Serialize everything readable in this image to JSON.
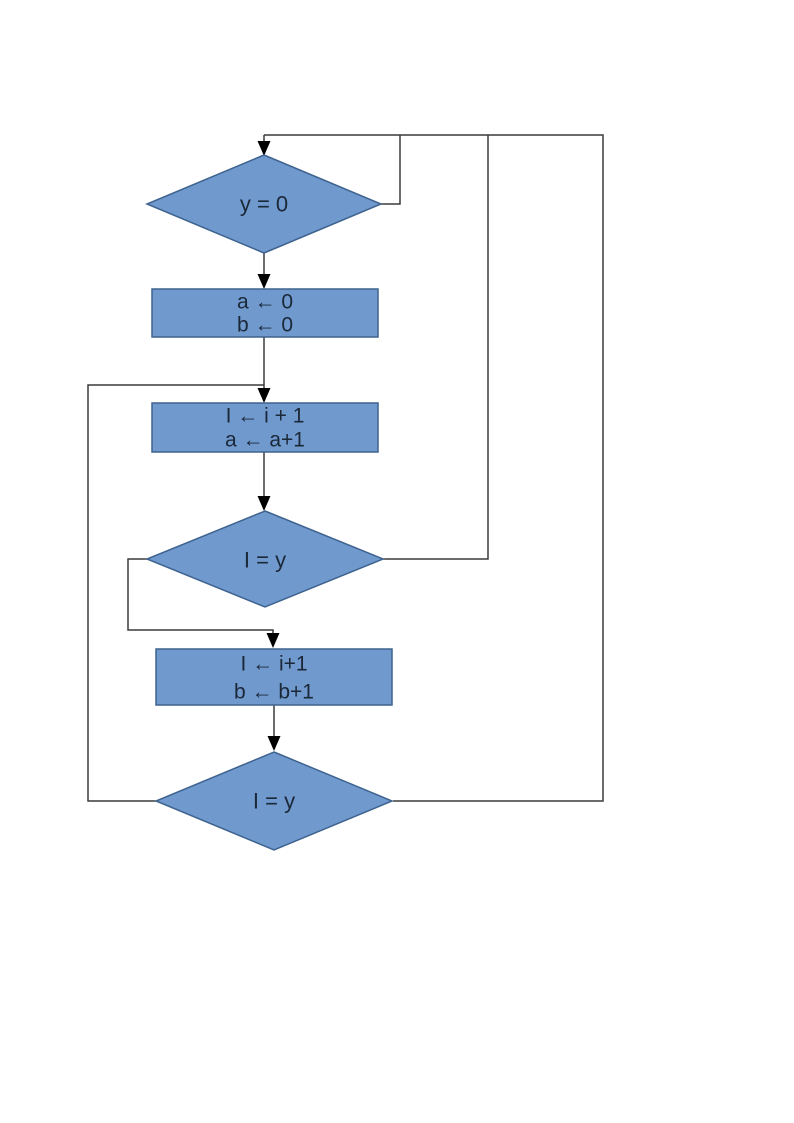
{
  "page": {
    "background": "#ffffff"
  },
  "diagram": {
    "type": "flowchart",
    "colors": {
      "shape_fill": "#7099ce",
      "shape_border": "#3f638f",
      "connector": "#3a3a3a",
      "arrow": "#000000",
      "text": "#1b2838"
    },
    "nodes": [
      {
        "id": "decision-top",
        "shape": "diamond",
        "label": "y = 0"
      },
      {
        "id": "process-init",
        "shape": "process",
        "lines": [
          "a ← 0",
          "b ← 0"
        ]
      },
      {
        "id": "process-inc-a",
        "shape": "process",
        "lines": [
          "I ← i + 1",
          "a ← a+1"
        ]
      },
      {
        "id": "decision-mid",
        "shape": "diamond",
        "label": "I = y"
      },
      {
        "id": "process-inc-b",
        "shape": "process",
        "lines": [
          "I ← i+1",
          "b ← b+1"
        ]
      },
      {
        "id": "decision-bottom",
        "shape": "diamond",
        "label": "I = y"
      }
    ],
    "edges": [
      {
        "from": "decision-top",
        "to": "process-init",
        "route": "straight-down"
      },
      {
        "from": "process-init",
        "to": "process-inc-a",
        "route": "straight-down"
      },
      {
        "from": "process-inc-a",
        "to": "decision-mid",
        "route": "straight-down"
      },
      {
        "from": "decision-mid",
        "to": "process-inc-b",
        "route": "left-elbow-down"
      },
      {
        "from": "decision-mid",
        "to": "decision-top",
        "route": "right-loop-up"
      },
      {
        "from": "process-inc-b",
        "to": "decision-bottom",
        "route": "straight-down"
      },
      {
        "from": "decision-bottom",
        "to": "process-inc-a",
        "route": "far-left-loop-up"
      },
      {
        "from": "decision-bottom",
        "to": "decision-top",
        "route": "far-right-loop-up"
      },
      {
        "from": "decision-top",
        "to": "decision-top",
        "route": "self-loop-right"
      }
    ]
  }
}
